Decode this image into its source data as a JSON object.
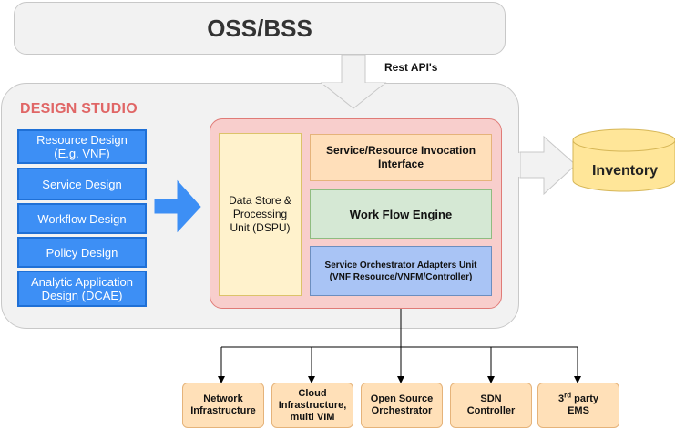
{
  "oss_bss": {
    "title": "OSS/BSS"
  },
  "rest_api": {
    "label": "Rest API's"
  },
  "design_studio": {
    "title": "DESIGN STUDIO",
    "items": [
      {
        "lines": [
          "Resource Design",
          "(E.g. VNF)"
        ]
      },
      {
        "lines": [
          "Service Design"
        ]
      },
      {
        "lines": [
          "Workflow Design"
        ]
      },
      {
        "lines": [
          "Policy Design"
        ]
      },
      {
        "lines": [
          "Analytic Application",
          "Design (DCAE)"
        ]
      }
    ]
  },
  "dspu": {
    "lines": [
      "Data Store &",
      "Processing",
      "Unit (DSPU)"
    ]
  },
  "service_invocation": {
    "lines": [
      "Service/Resource Invocation",
      "Interface"
    ]
  },
  "workflow_engine": {
    "label": "Work Flow Engine"
  },
  "orchestrator_adapters": {
    "lines": [
      "Service Orchestrator Adapters Unit",
      "(VNF Resource/VNFM/Controller)"
    ]
  },
  "inventory": {
    "label": "Inventory"
  },
  "targets": [
    {
      "lines": [
        "Network",
        "Infrastructure"
      ]
    },
    {
      "lines": [
        "Cloud",
        "Infrastructure,",
        "multi VIM"
      ]
    },
    {
      "lines": [
        "Open Source",
        "Orchestrator"
      ]
    },
    {
      "lines": [
        "SDN",
        "Controller"
      ]
    },
    {
      "lines": [
        "rd party",
        "EMS"
      ],
      "prefix": "3",
      "superscript": "rd"
    }
  ],
  "colors": {
    "design_blue": "#3d8ff5",
    "studio_title": "#e06666",
    "inner_pink": "#f8cecc",
    "dspu_yellow": "#fff2cc",
    "invocation_orange": "#ffdfba",
    "workflow_green": "#d5e8d4",
    "adapters_blue": "#a9c4f5",
    "inventory_yellow": "#ffe699"
  }
}
